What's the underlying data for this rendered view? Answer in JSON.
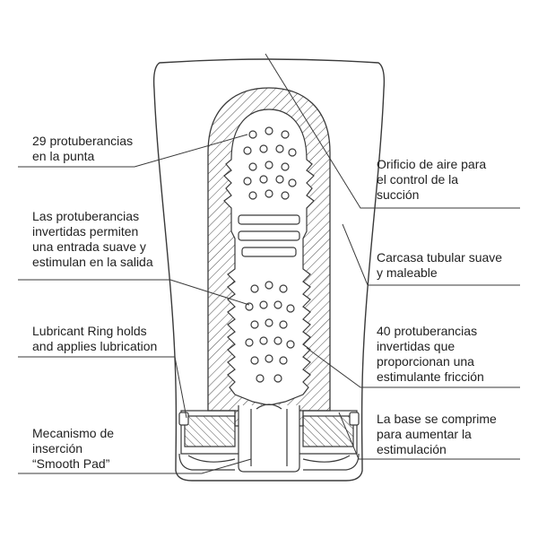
{
  "labels": {
    "tip_bumps": [
      "29 protuberancias",
      "en la punta"
    ],
    "inverted_bumps": [
      "Las protuberancias",
      "invertidas permiten",
      "una entrada suave y",
      "estimulan en la salida"
    ],
    "lubricant_ring": [
      "Lubricant Ring holds",
      "and applies lubrication"
    ],
    "insertion_mechanism": [
      "Mecanismo de",
      "inserción",
      "“Smooth Pad”"
    ],
    "air_hole": [
      "Orificio de aire para",
      "el control de la",
      "succión"
    ],
    "soft_casing": [
      "Carcasa tubular suave",
      "y maleable"
    ],
    "forty_bumps": [
      "40 protuberancias",
      "invertidas que",
      "proporcionan una",
      "estimulante fricción"
    ],
    "squeeze_base": [
      "La base se comprime",
      "para aumentar la",
      "estimulación"
    ]
  },
  "colors": {
    "line": "#3a3a3a",
    "text": "#222222",
    "background": "#ffffff"
  }
}
